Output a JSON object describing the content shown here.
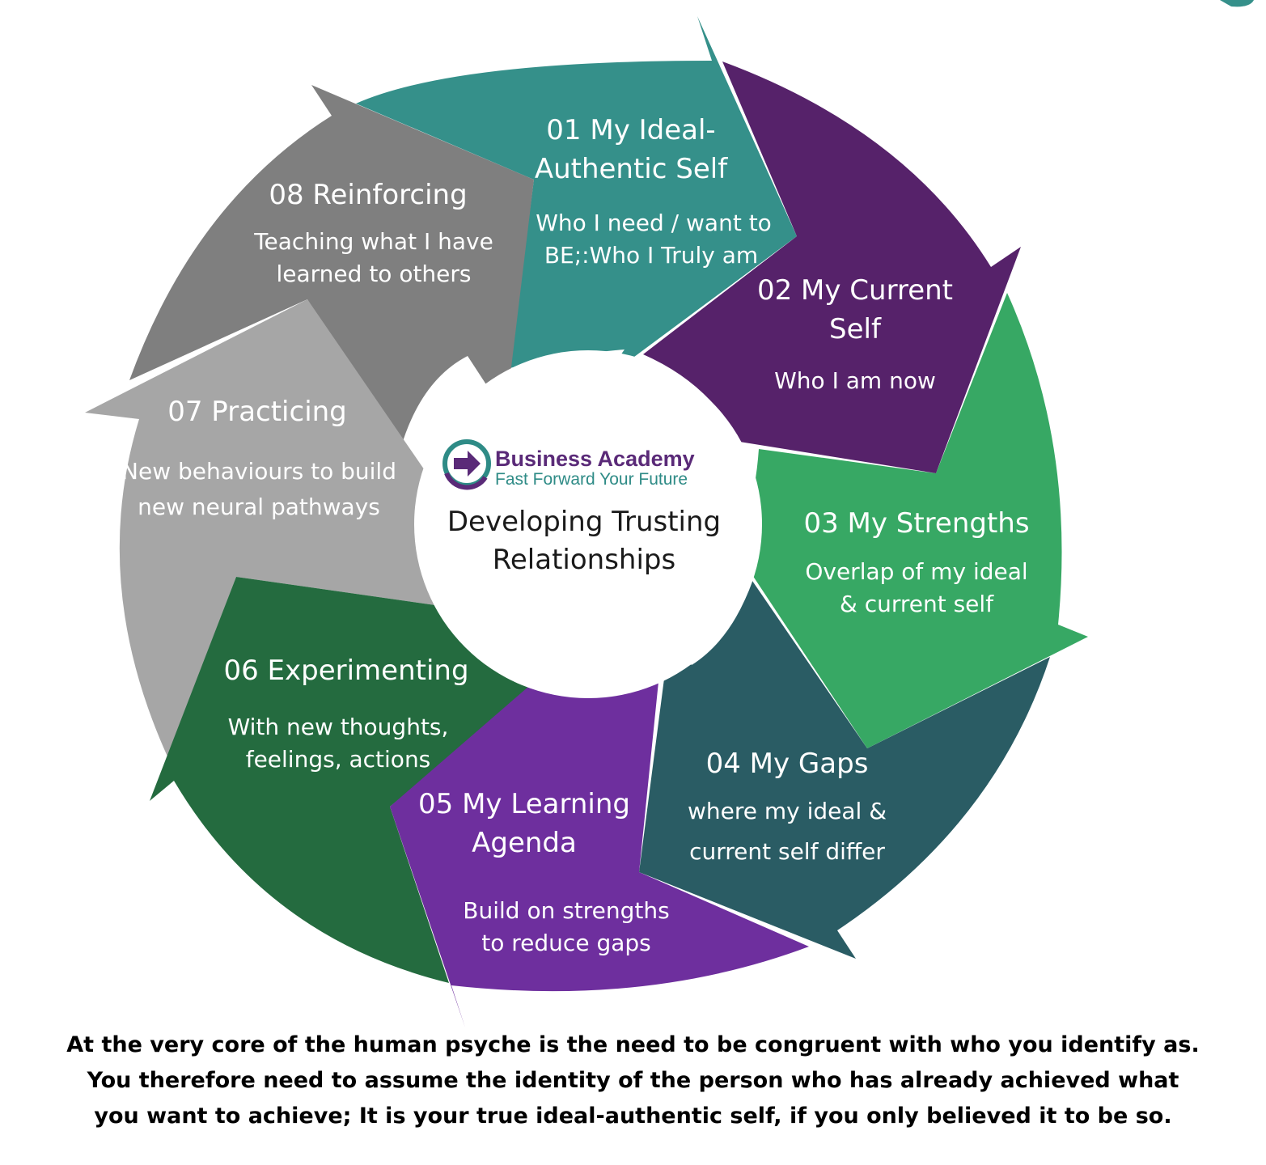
{
  "diagram": {
    "center": {
      "brand_name": "Business Academy",
      "brand_tagline": "Fast Forward Your Future",
      "title_lines": [
        "Developing Trusting",
        "Relationships"
      ]
    },
    "segments": [
      {
        "id": "01",
        "title_lines": [
          "01 My Ideal-",
          "Authentic Self"
        ],
        "desc_lines": [
          "Who I need / want to",
          "BE;:Who I Truly am"
        ],
        "color": "#35908a"
      },
      {
        "id": "02",
        "title_lines": [
          "02 My Current",
          "Self"
        ],
        "desc_lines": [
          "Who I am now"
        ],
        "color": "#56226a"
      },
      {
        "id": "03",
        "title_lines": [
          "03 My Strengths"
        ],
        "desc_lines": [
          "Overlap of my ideal",
          "& current  self"
        ],
        "color": "#37a864"
      },
      {
        "id": "04",
        "title_lines": [
          "04 My Gaps"
        ],
        "desc_lines": [
          "where my  ideal &",
          "current self differ"
        ],
        "color": "#2a5c64"
      },
      {
        "id": "05",
        "title_lines": [
          "05 My Learning",
          "Agenda"
        ],
        "desc_lines": [
          "Build on strengths",
          "to reduce gaps"
        ],
        "color": "#6e2f9e"
      },
      {
        "id": "06",
        "title_lines": [
          "06 Experimenting"
        ],
        "desc_lines": [
          "With new thoughts,",
          "feelings, actions"
        ],
        "color": "#246b3f"
      },
      {
        "id": "07",
        "title_lines": [
          "07 Practicing"
        ],
        "desc_lines": [
          "New behaviours to build",
          "new neural pathways"
        ],
        "color": "#a6a6a6"
      },
      {
        "id": "08",
        "title_lines": [
          "08 Reinforcing"
        ],
        "desc_lines": [
          "Teaching what I have",
          "learned to others"
        ],
        "color": "#7f7f7f"
      }
    ]
  },
  "footer": {
    "lines": [
      "At the very core of the human psyche is the need to be congruent with who you identify as.",
      "You therefore need to assume the identity of the person who has already achieved what",
      "you want to achieve; It is your true ideal-authentic self, if you only believed it to be so."
    ]
  },
  "colors": {
    "logo_ring_teal": "#2e8b86",
    "logo_ring_purple": "#5a2a78",
    "logo_arrow": "#5a2a78",
    "corner_accent": "#35908a"
  }
}
